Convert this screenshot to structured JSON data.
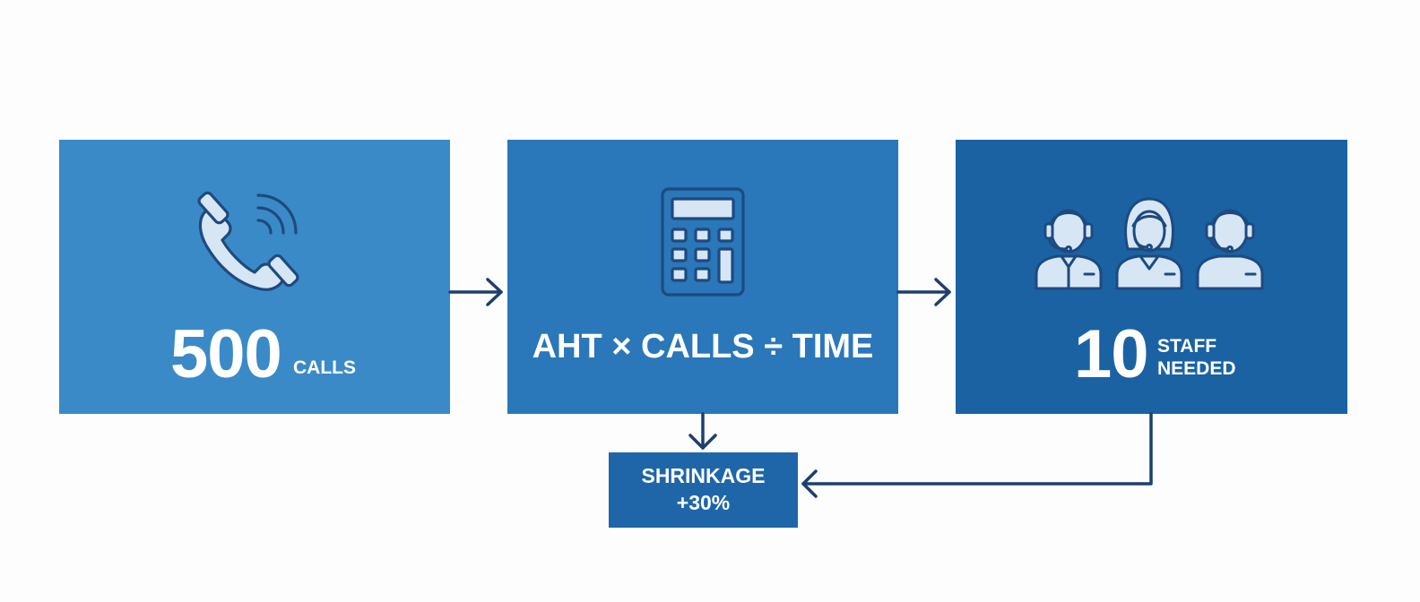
{
  "steps": {
    "calls": {
      "number": "500",
      "label": "CALLS",
      "icon": "phone-icon"
    },
    "formula": {
      "text": "AHT × CALLS ÷ TIME",
      "icon": "calculator-icon"
    },
    "staff": {
      "number": "10",
      "label_line1": "STAFF",
      "label_line2": "NEEDED",
      "icon": "agents-icon"
    },
    "shrinkage": {
      "line1": "SHRINKAGE",
      "line2": "+30%"
    }
  },
  "colors": {
    "calls_box": "#3b8ac8",
    "formula_box": "#2a77ba",
    "staff_box": "#1b62a3",
    "shrinkage_box": "#1f66a8",
    "arrow": "#1c3f6e",
    "icon_line": "#1d4a7f",
    "icon_fill": "#d6e6f5"
  }
}
